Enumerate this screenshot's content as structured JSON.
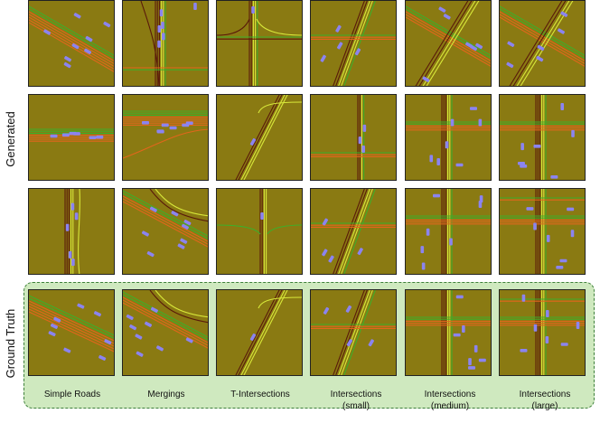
{
  "row_labels": {
    "generated": "Generated",
    "ground_truth": "Ground Truth"
  },
  "columns": [
    {
      "line1": "Simple Roads",
      "line2": ""
    },
    {
      "line1": "Mergings",
      "line2": ""
    },
    {
      "line1": "T-Intersections",
      "line2": ""
    },
    {
      "line1": "Intersections",
      "line2": "(small)"
    },
    {
      "line1": "Intersections",
      "line2": "(medium)"
    },
    {
      "line1": "Intersections",
      "line2": "(large)"
    }
  ],
  "colors": {
    "background": "#8a7a12",
    "lane_green": "#3fae2a",
    "lane_orange": "#e2661c",
    "lane_dark_red": "#5a1a0a",
    "lane_yellow": "#d8e83a",
    "vehicle": "#8b84f0",
    "gt_frame_fill": "#cfe9bf",
    "gt_frame_border": "#3d7f3a"
  },
  "scenes": [
    [
      {
        "kind": "diagonal",
        "angle": 30,
        "seed": 1
      },
      {
        "kind": "vertical-merge",
        "seed": 2
      },
      {
        "kind": "t-intersection",
        "seed": 3
      },
      {
        "kind": "intersection",
        "seed": 4
      },
      {
        "kind": "intersection-large",
        "seed": 5
      },
      {
        "kind": "intersection-large-diag",
        "seed": 6
      }
    ],
    [
      {
        "kind": "horizontal",
        "seed": 7
      },
      {
        "kind": "horizontal-merge",
        "seed": 8
      },
      {
        "kind": "t-diagonal",
        "seed": 9
      },
      {
        "kind": "intersection-h",
        "seed": 10
      },
      {
        "kind": "intersection-grid",
        "seed": 11
      },
      {
        "kind": "intersection-grid2",
        "seed": 12
      }
    ],
    [
      {
        "kind": "vertical",
        "seed": 13
      },
      {
        "kind": "diagonal-merge",
        "seed": 14
      },
      {
        "kind": "t-bottom",
        "seed": 15
      },
      {
        "kind": "intersection-small",
        "seed": 16
      },
      {
        "kind": "intersection-grid",
        "seed": 17
      },
      {
        "kind": "intersection-grid3",
        "seed": 18
      }
    ],
    [
      {
        "kind": "diagonal",
        "angle": 25,
        "seed": 19
      },
      {
        "kind": "diagonal-merge2",
        "seed": 20
      },
      {
        "kind": "t-diag2",
        "seed": 21
      },
      {
        "kind": "intersection-small2",
        "seed": 22
      },
      {
        "kind": "intersection-medium",
        "seed": 23
      },
      {
        "kind": "intersection-grid3",
        "seed": 24
      }
    ]
  ]
}
